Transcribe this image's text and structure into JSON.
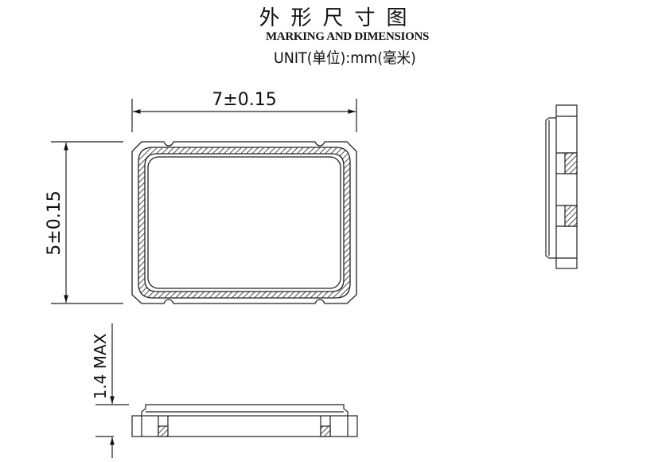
{
  "header": {
    "title_cn": "外形尺寸图",
    "title_en": "MARKING AND DIMENSIONS",
    "unit": "UNIT(单位):mm(毫米)"
  },
  "dimensions": {
    "length": "7±0.15",
    "width": "5±0.15",
    "height": "1.4 MAX"
  },
  "views": {
    "top": "top-view-package",
    "side": "side-view-package",
    "front": "front-view-package"
  },
  "colors": {
    "line": "#222222",
    "background": "#ffffff"
  }
}
